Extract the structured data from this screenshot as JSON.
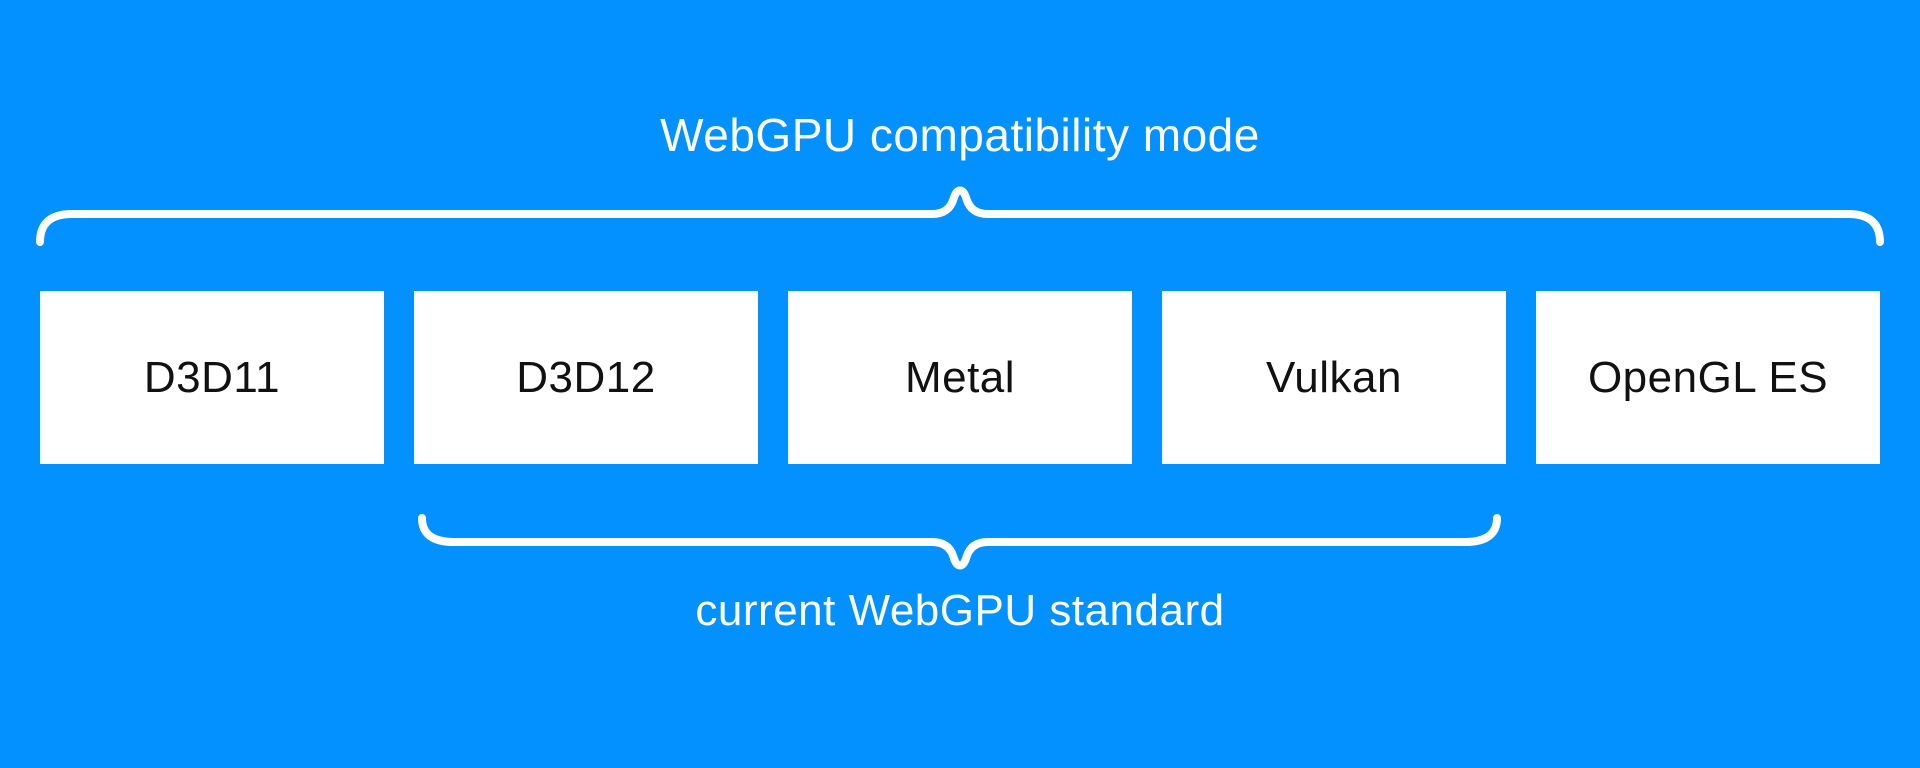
{
  "colors": {
    "background": "#0291ff",
    "box_fill": "#ffffff",
    "box_text": "#111111",
    "brace": "#ffffff",
    "caption_text": "#ffffff"
  },
  "top_brace": {
    "caption": "WebGPU compatibility mode",
    "covers": [
      "D3D11",
      "D3D12",
      "Metal",
      "Vulkan",
      "OpenGL ES"
    ]
  },
  "boxes": [
    {
      "label": "D3D11"
    },
    {
      "label": "D3D12"
    },
    {
      "label": "Metal"
    },
    {
      "label": "Vulkan"
    },
    {
      "label": "OpenGL ES"
    }
  ],
  "bottom_brace": {
    "caption": "current WebGPU standard",
    "covers": [
      "D3D12",
      "Metal",
      "Vulkan"
    ]
  }
}
